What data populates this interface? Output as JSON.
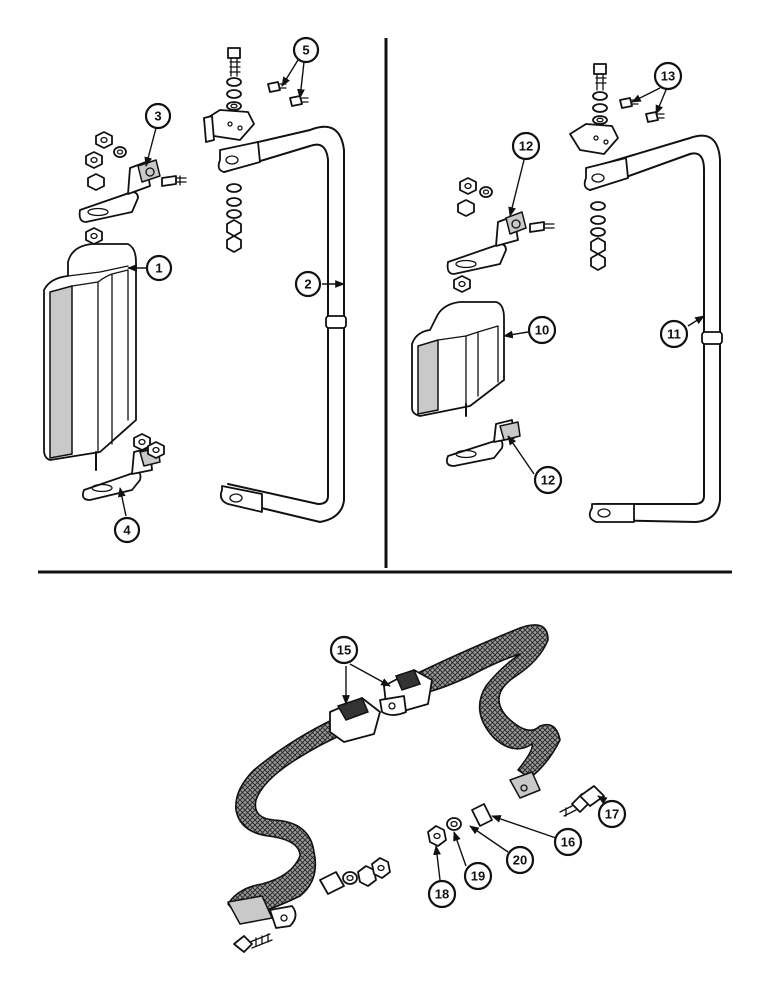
{
  "callouts": [
    {
      "id": "c1",
      "label": "1"
    },
    {
      "id": "c2",
      "label": "2"
    },
    {
      "id": "c3",
      "label": "3"
    },
    {
      "id": "c4",
      "label": "4"
    },
    {
      "id": "c5",
      "label": "5"
    },
    {
      "id": "c10",
      "label": "10"
    },
    {
      "id": "c11",
      "label": "11"
    },
    {
      "id": "c12a",
      "label": "12"
    },
    {
      "id": "c12b",
      "label": "12"
    },
    {
      "id": "c13",
      "label": "13"
    },
    {
      "id": "c15",
      "label": "15"
    },
    {
      "id": "c16",
      "label": "16"
    },
    {
      "id": "c17",
      "label": "17"
    },
    {
      "id": "c18",
      "label": "18"
    },
    {
      "id": "c19",
      "label": "19"
    },
    {
      "id": "c20",
      "label": "20"
    }
  ]
}
